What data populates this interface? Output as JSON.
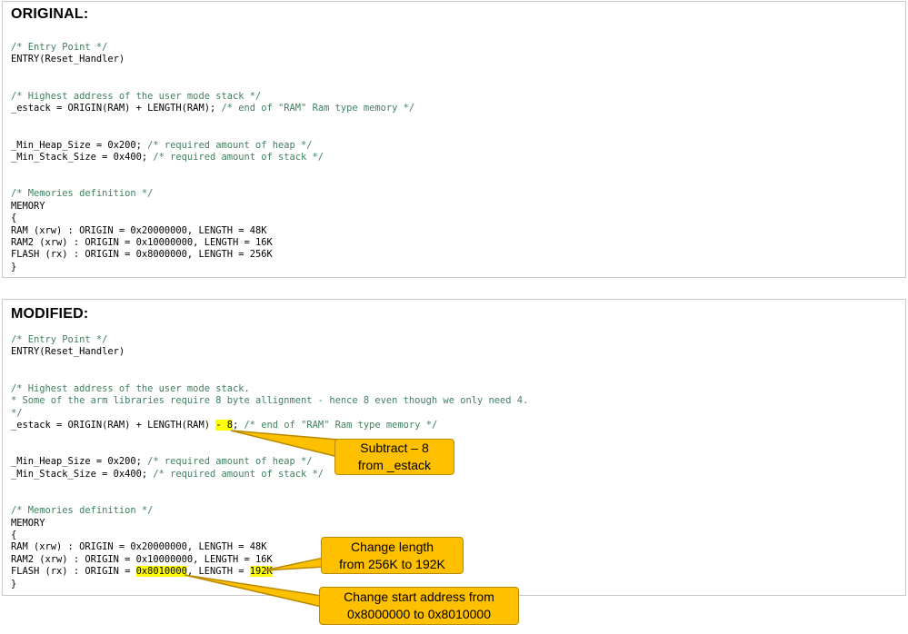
{
  "original": {
    "heading": "ORIGINAL:",
    "code": [
      {
        "text": "/* Entry Point */",
        "comment": true
      },
      {
        "text": "ENTRY(Reset_Handler)"
      },
      {
        "text": ""
      },
      {
        "text": ""
      },
      {
        "text": "/* Highest address of the user mode stack */",
        "comment": true
      },
      {
        "text": "_estack = ORIGIN(RAM) + LENGTH(RAM);",
        "tail": " /* end of \"RAM\" Ram type memory */"
      },
      {
        "text": ""
      },
      {
        "text": ""
      },
      {
        "text": "_Min_Heap_Size = 0x200;",
        "tail": " /* required amount of heap */"
      },
      {
        "text": "_Min_Stack_Size = 0x400;",
        "tail": " /* required amount of stack */"
      },
      {
        "text": ""
      },
      {
        "text": ""
      },
      {
        "text": "/* Memories definition */",
        "comment": true
      },
      {
        "text": "MEMORY"
      },
      {
        "text": "{"
      },
      {
        "text": "RAM (xrw) : ORIGIN = 0x20000000, LENGTH = 48K"
      },
      {
        "text": "RAM2 (xrw) : ORIGIN = 0x10000000, LENGTH = 16K"
      },
      {
        "text": "FLASH (rx) : ORIGIN = 0x8000000, LENGTH = 256K"
      },
      {
        "text": "}"
      }
    ]
  },
  "modified": {
    "heading": "MODIFIED:",
    "code": [
      {
        "text": "/* Entry Point */",
        "comment": true
      },
      {
        "text": "ENTRY(Reset_Handler)"
      },
      {
        "text": ""
      },
      {
        "text": ""
      },
      {
        "text": "/* Highest address of the user mode stack.",
        "comment": true
      },
      {
        "text": "* Some of the arm libraries require 8 byte allignment - hence 8 even though we only need 4.",
        "comment": true
      },
      {
        "text": "*/",
        "comment": true
      },
      {
        "segments": [
          {
            "text": "_estack = ORIGIN(RAM) + LENGTH(RAM) "
          },
          {
            "text": "- 8",
            "hl": true
          },
          {
            "text": ";"
          },
          {
            "text": " /* end of \"RAM\" Ram type memory */",
            "comment": true
          }
        ]
      },
      {
        "text": ""
      },
      {
        "text": ""
      },
      {
        "text": "_Min_Heap_Size = 0x200;",
        "tail": " /* required amount of heap */"
      },
      {
        "text": "_Min_Stack_Size = 0x400;",
        "tail": " /* required amount of stack */"
      },
      {
        "text": ""
      },
      {
        "text": ""
      },
      {
        "text": "/* Memories definition */",
        "comment": true
      },
      {
        "text": "MEMORY"
      },
      {
        "text": "{"
      },
      {
        "text": "RAM (xrw) : ORIGIN = 0x20000000, LENGTH = 48K"
      },
      {
        "text": "RAM2 (xrw) : ORIGIN = 0x10000000, LENGTH = 16K"
      },
      {
        "segments": [
          {
            "text": "FLASH (rx) : ORIGIN = "
          },
          {
            "text": "0x8010000",
            "hl": true
          },
          {
            "text": ", LENGTH = "
          },
          {
            "text": "192K",
            "hl": true
          }
        ]
      },
      {
        "text": "}"
      }
    ]
  },
  "callouts": [
    {
      "id": "estack",
      "line1": "Subtract – 8",
      "line2": "from _estack"
    },
    {
      "id": "length",
      "line1": "Change length",
      "line2": "from 256K to 192K"
    },
    {
      "id": "origin",
      "line1": "Change start address from",
      "line2": "0x8000000 to 0x8010000"
    }
  ],
  "colors": {
    "comment": "#3f7f5f",
    "highlight": "#ffff00",
    "callout_fill": "#ffc000",
    "callout_border": "#b88a00",
    "panel_border": "#c8c8c8"
  }
}
